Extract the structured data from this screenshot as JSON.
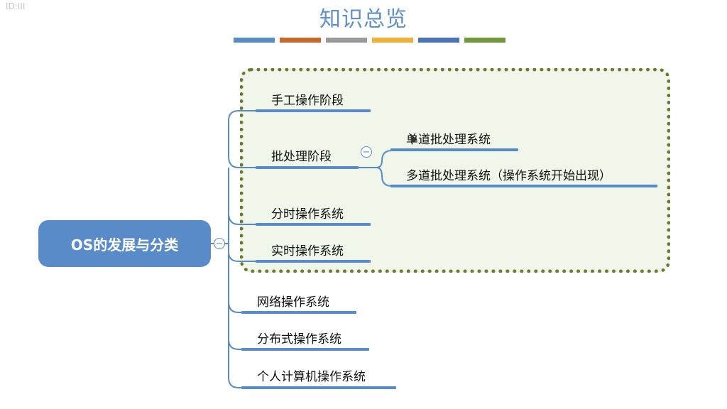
{
  "watermark": "ID:III",
  "title": "知识总览",
  "color_bars": [
    "#5a8bc9",
    "#c8692c",
    "#9a9a9a",
    "#f0b03a",
    "#4a74b8",
    "#6e9a3c"
  ],
  "root": {
    "label": "OS的发展与分类"
  },
  "branches": {
    "manual": "手工操作阶段",
    "batch": "批处理阶段",
    "single_batch": "单道批处理系统",
    "multi_batch": "多道批处理系统（操作系统开始出现）",
    "time_sharing": "分时操作系统",
    "real_time": "实时操作系统",
    "network": "网络操作系统",
    "distributed": "分布式操作系统",
    "personal": "个人计算机操作系统"
  },
  "collapse_symbol": "−"
}
